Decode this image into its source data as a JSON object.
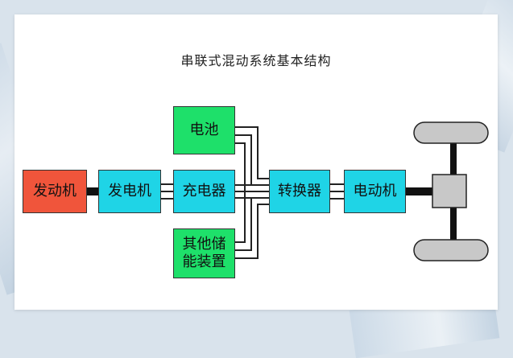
{
  "title": "串联式混动系统基本结构",
  "blocks": {
    "engine": "发动机",
    "generator": "发电机",
    "battery": "电池",
    "charger": "充电器",
    "other_storage_line1": "其他储",
    "other_storage_line2": "能装置",
    "converter": "转换器",
    "motor": "电动机"
  },
  "colors": {
    "engine": "#f0553b",
    "power_blocks": "#1fd4e6",
    "storage_blocks": "#1ee06a",
    "axle": "#111111",
    "wheel": "#c8c8c8"
  }
}
